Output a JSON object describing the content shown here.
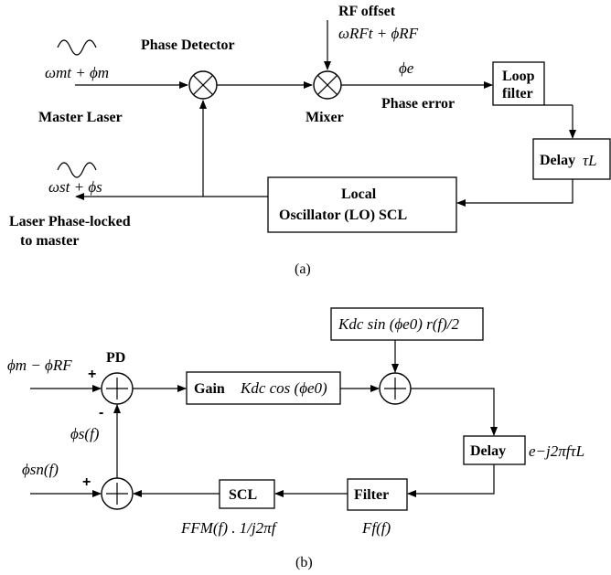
{
  "diagram_a": {
    "caption": "(a)",
    "phase_detector_label": "Phase Detector",
    "master_laser_label": "Master Laser",
    "mixer_label": "Mixer",
    "rf_offset_label": "RF offset",
    "rf_offset_signal": "ωRFt + ϕRF",
    "master_signal": "ωmt + ϕm",
    "phase_error_symbol": "ϕe",
    "phase_error_label": "Phase error",
    "loop_filter_line1": "Loop",
    "loop_filter_line2": "filter",
    "delay_label": "Delay",
    "delay_symbol": "τL",
    "lo_line1": "Local",
    "lo_line2": "Oscillator (LO) SCL",
    "slave_signal": "ωst + ϕs",
    "locked_line1": "Laser Phase-locked",
    "locked_line2": "to master"
  },
  "diagram_b": {
    "caption": "(b)",
    "pd_label": "PD",
    "input_signal": "ϕm − ϕRF",
    "plus_sign": "+",
    "minus_sign": "-",
    "feedback_signal": "ϕs(f)",
    "noise_signal": "ϕsn(f)",
    "gain_label": "Gain",
    "gain_expr": "Kdc cos (ϕe0)",
    "offset_expr": "Kdc sin (ϕe0) r(f)/2",
    "delay_label": "Delay",
    "delay_expr": "e−j2πfτL",
    "filter_label": "Filter",
    "filter_tf": "Ff(f)",
    "scl_label": "SCL",
    "scl_tf": "FFM(f) . 1/j2πf"
  }
}
